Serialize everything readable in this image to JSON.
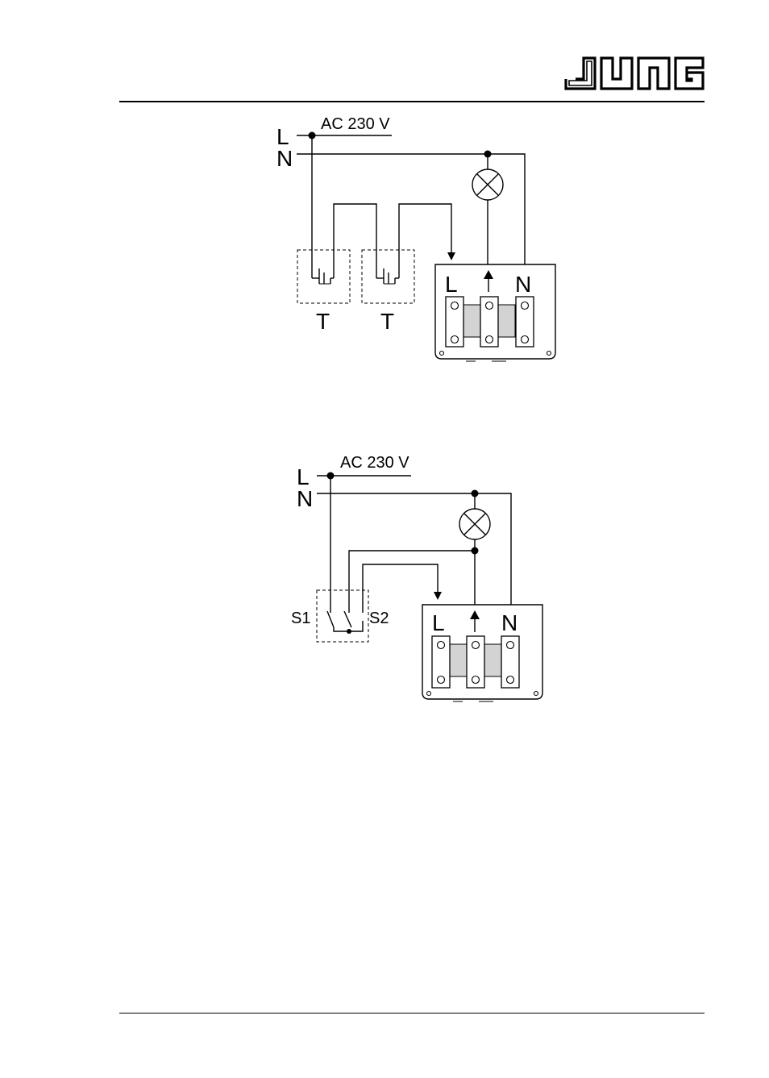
{
  "header": {
    "logo_text": "JUNG"
  },
  "diagram_top": {
    "supply_label": "AC 230 V",
    "line_label": "L",
    "neutral_label": "N",
    "pushbutton_1_label": "T",
    "pushbutton_2_label": "T",
    "terminal_labels": {
      "line": "L",
      "neutral": "N"
    }
  },
  "diagram_bottom": {
    "supply_label": "AC 230 V",
    "line_label": "L",
    "neutral_label": "N",
    "switch_1_label": "S1",
    "switch_2_label": "S2",
    "terminal_labels": {
      "line": "L",
      "neutral": "N"
    }
  }
}
